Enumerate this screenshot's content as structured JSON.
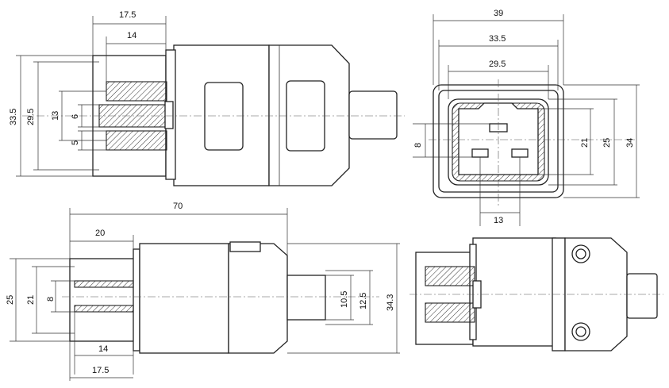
{
  "dimensions": {
    "top_left": {
      "width_17_5": "17.5",
      "width_14": "14",
      "height_33_5": "33.5",
      "height_29_5": "29.5",
      "height_13": "13",
      "height_6": "6",
      "height_5": "5"
    },
    "top_right": {
      "width_39": "39",
      "width_33_5": "33.5",
      "width_29_5": "29.5",
      "height_8": "8",
      "height_21": "21",
      "height_25": "25",
      "height_34": "34",
      "width_13": "13"
    },
    "bottom_left": {
      "length_70": "70",
      "length_20": "20",
      "height_25": "25",
      "height_21": "21",
      "height_8": "8",
      "height_10_5": "10.5",
      "height_12_5": "12.5",
      "height_34_3": "34.3",
      "width_14": "14",
      "width_17_5": "17.5"
    }
  }
}
